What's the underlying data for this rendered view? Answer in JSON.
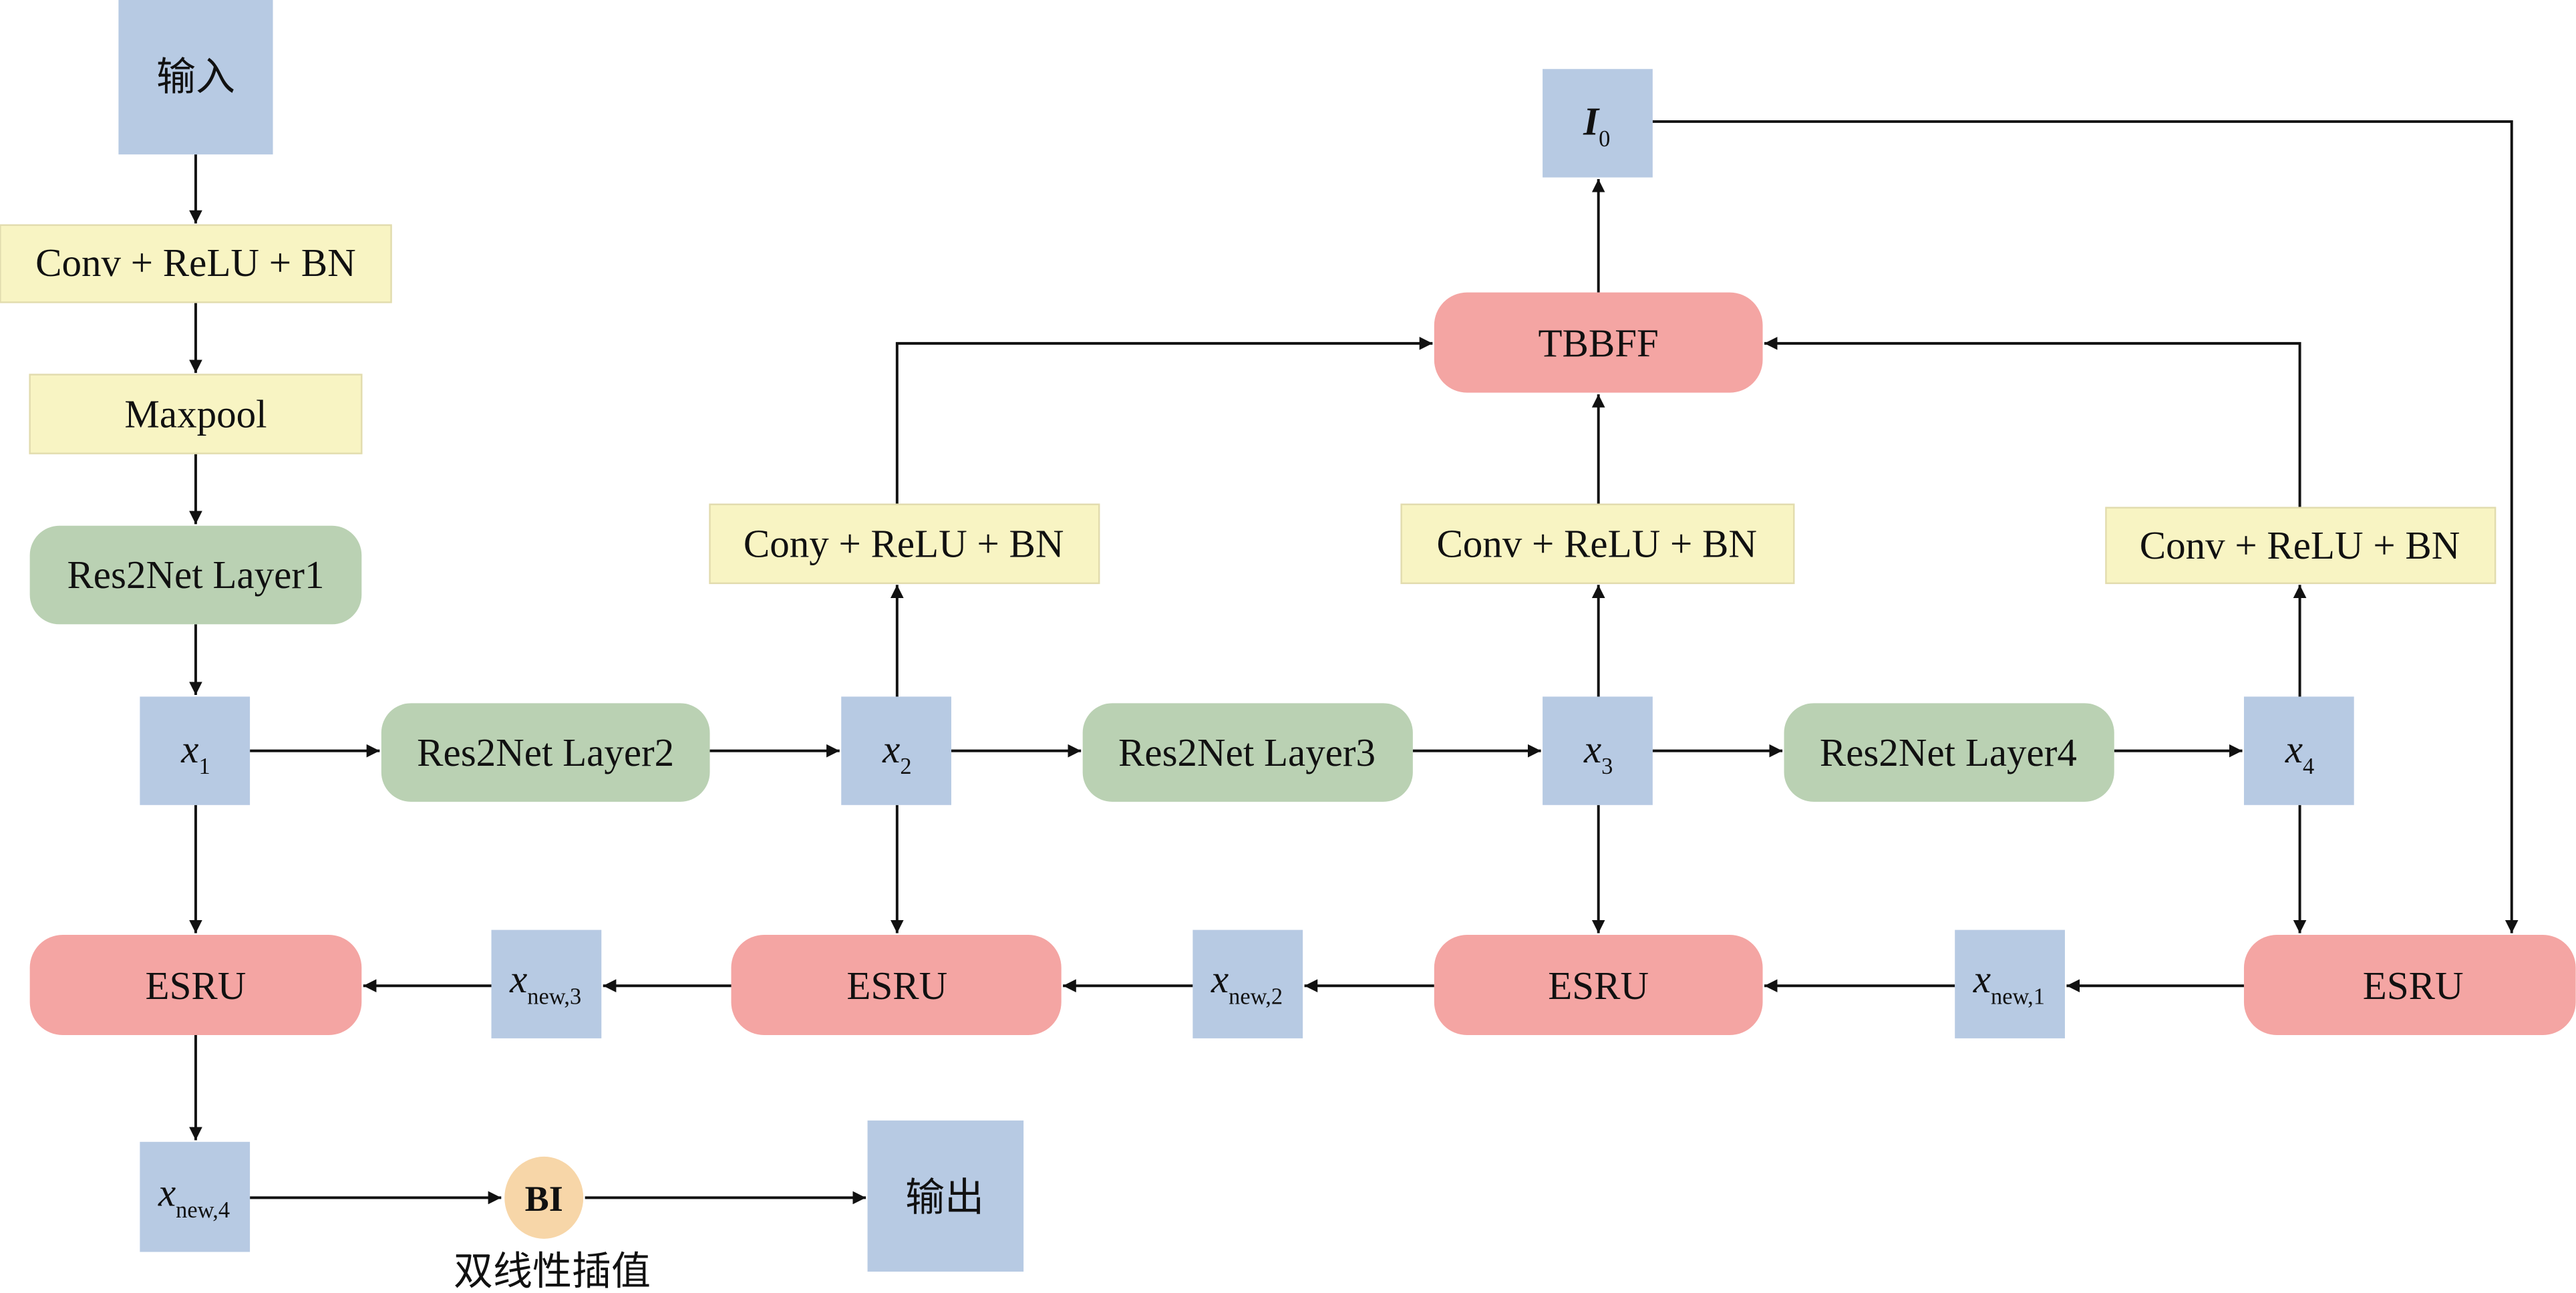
{
  "colors": {
    "blue": "#b7cae3",
    "yellow": "#f8f4c3",
    "green": "#bad1b3",
    "red": "#f4a5a3",
    "orange": "#f7d6a8"
  },
  "nodes": {
    "input": "输入",
    "conv_top": "Conv + ReLU + BN",
    "maxpool": "Maxpool",
    "layer1": "Res2Net Layer1",
    "layer2": "Res2Net Layer2",
    "layer3": "Res2Net Layer3",
    "layer4": "Res2Net Layer4",
    "x1": {
      "base": "x",
      "sub": "1"
    },
    "x2": {
      "base": "x",
      "sub": "2"
    },
    "x3": {
      "base": "x",
      "sub": "3"
    },
    "x4": {
      "base": "x",
      "sub": "4"
    },
    "conv_x2": "Cony + ReLU + BN",
    "conv_x3": "Conv + ReLU + BN",
    "conv_x4": "Conv + ReLU + BN",
    "tbbff": "TBBFF",
    "i0": {
      "base": "I",
      "sub": "0"
    },
    "esru": "ESRU",
    "xnew1": {
      "base": "x",
      "sub": "new,1"
    },
    "xnew2": {
      "base": "x",
      "sub": "new,2"
    },
    "xnew3": {
      "base": "x",
      "sub": "new,3"
    },
    "xnew4": {
      "base": "x",
      "sub": "new,4"
    },
    "bi": "BI",
    "bi_caption": "双线性插值",
    "output": "输出"
  }
}
